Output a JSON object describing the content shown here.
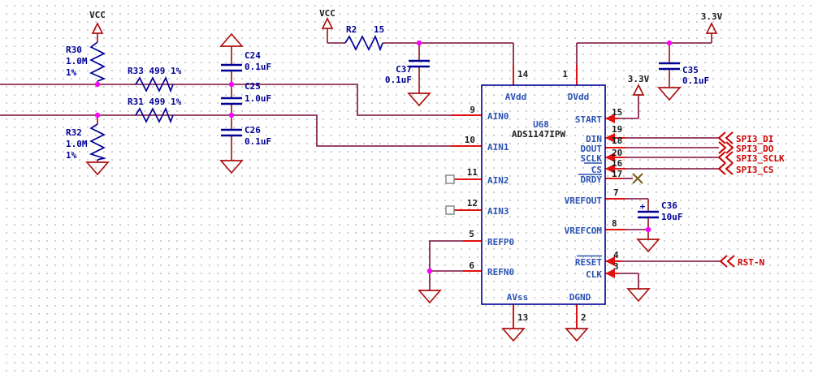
{
  "power_labels": {
    "vcc_left": "VCC",
    "vcc_mid": "VCC",
    "v33_right": "3.3V",
    "v33_start": "3.3V"
  },
  "components": {
    "r30": {
      "ref": "R30",
      "value": "1.0M",
      "tolerance": "1%"
    },
    "r32": {
      "ref": "R32",
      "value": "1.0M",
      "tolerance": "1%"
    },
    "r33": {
      "label": "R33  499  1%"
    },
    "r31": {
      "label": "R31  499  1%"
    },
    "r2": {
      "ref": "R2",
      "value": "15"
    },
    "c24": {
      "ref": "C24",
      "value": "0.1uF"
    },
    "c25": {
      "ref": "C25",
      "value": "1.0uF"
    },
    "c26": {
      "ref": "C26",
      "value": "0.1uF"
    },
    "c37": {
      "ref": "C37",
      "value": "0.1uF"
    },
    "c35": {
      "ref": "C35",
      "value": "0.1uF"
    },
    "c36": {
      "ref": "C36",
      "value": "10uF",
      "polarity": "+"
    }
  },
  "ic": {
    "ref": "U68",
    "part": "ADS1147IPW",
    "pins": {
      "avdd": {
        "name": "AVdd",
        "num": "14"
      },
      "dvdd": {
        "name": "DVdd",
        "num": "1"
      },
      "avss": {
        "name": "AVss",
        "num": "13"
      },
      "dgnd": {
        "name": "DGND",
        "num": "2"
      },
      "ain0": {
        "name": "AIN0",
        "num": "9"
      },
      "ain1": {
        "name": "AIN1",
        "num": "10"
      },
      "ain2": {
        "name": "AIN2",
        "num": "11"
      },
      "ain3": {
        "name": "AIN3",
        "num": "12"
      },
      "refp0": {
        "name": "REFP0",
        "num": "5"
      },
      "refn0": {
        "name": "REFN0",
        "num": "6"
      },
      "start": {
        "name": "START",
        "num": "15"
      },
      "din": {
        "name": "DIN",
        "num": "19"
      },
      "dout": {
        "name": "DOUT",
        "num": "18"
      },
      "sclk": {
        "name": "SCLK",
        "num": "20"
      },
      "cs": {
        "name": "CS",
        "num": "16"
      },
      "drdy": {
        "name": "DRDY",
        "num": "17"
      },
      "vrefout": {
        "name": "VREFOUT",
        "num": "7"
      },
      "vrefcom": {
        "name": "VREFCOM",
        "num": "8"
      },
      "reset": {
        "name": "RESET",
        "num": "4"
      },
      "clk": {
        "name": "CLK",
        "num": "3"
      }
    }
  },
  "net_labels": {
    "spi3_di": "SPI3_DI",
    "spi3_do": "SPI3_DO",
    "spi3_sclk": "SPI3_SCLK",
    "spi3_cs": "SPI3_CS",
    "rst_n": "RST-N"
  },
  "colors": {
    "wire": "#7a0c3a",
    "symbol_navy": "#000096",
    "pin_stub_red": "#e01010",
    "power_red": "#b01010",
    "net_label_red": "#cc0000",
    "junction_magenta": "#ff00ff",
    "pin_name_blue": "#2a52b4"
  }
}
